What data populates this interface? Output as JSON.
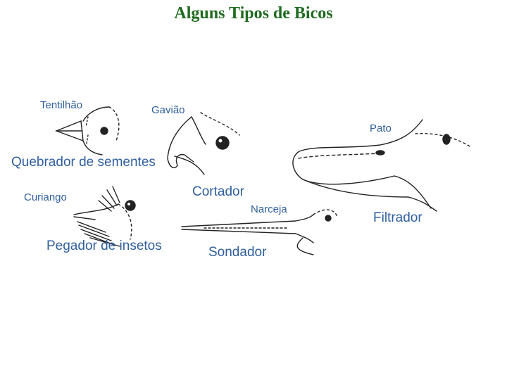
{
  "title": "Alguns Tipos de Bicos",
  "colors": {
    "title": "#1f6b1f",
    "labels": "#2f5f9e",
    "drawing": "#222222"
  },
  "birds": [
    {
      "id": "tentilhao",
      "name": "Tentilhão",
      "beak_type": "Quebrador de sementes"
    },
    {
      "id": "gaviao",
      "name": "Gavião",
      "beak_type": "Cortador"
    },
    {
      "id": "pato",
      "name": "Pato",
      "beak_type": "Filtrador"
    },
    {
      "id": "curiango",
      "name": "Curiango",
      "beak_type": "Pegador de insetos"
    },
    {
      "id": "narceja",
      "name": "Narceja",
      "beak_type": "Sondador"
    }
  ]
}
